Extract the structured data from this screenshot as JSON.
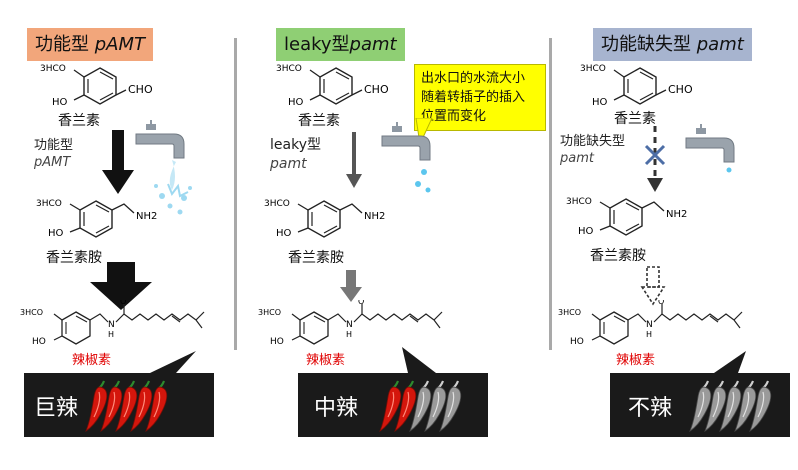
{
  "panels": [
    {
      "title_main": "功能型",
      "title_em": "pAMT",
      "title_color": "#f2a67b",
      "vanillin_label": "香兰素",
      "enzyme_main": "功能型",
      "enzyme_em": "pAMT",
      "vanillylamine_label": "香兰素胺",
      "capsaicin_label": "辣椒素",
      "pungency_label": "巨辣",
      "red_peppers": 5,
      "gray_peppers": 0
    },
    {
      "title_main": "leaky型",
      "title_em": "pamt",
      "title_color": "#8fcf74",
      "vanillin_label": "香兰素",
      "enzyme_main": "leaky型",
      "enzyme_em": "pamt",
      "callout": [
        "出水口的水流大小",
        "随着转插子的插入",
        "位置而变化"
      ],
      "vanillylamine_label": "香兰素胺",
      "capsaicin_label": "辣椒素",
      "pungency_label": "中辣",
      "red_peppers": 2,
      "gray_peppers": 3
    },
    {
      "title_main": "功能缺失型",
      "title_em": "pamt",
      "title_color": "#a7b4cf",
      "vanillin_label": "香兰素",
      "enzyme_main": "功能缺失型",
      "enzyme_em": "pamt",
      "vanillylamine_label": "香兰素胺",
      "capsaicin_label": "辣椒素",
      "pungency_label": "不辣",
      "red_peppers": 0,
      "gray_peppers": 5
    }
  ],
  "chem": {
    "ho": "HO",
    "methoxy": "3HCO",
    "cho": "CHO",
    "nh2": "NH2",
    "h": "H",
    "n": "N",
    "o": "O"
  },
  "colors": {
    "pepper_red": "#d4160c",
    "pepper_gray": "#9a9a9a",
    "box_bg": "#1a1a1a",
    "callout_bg": "#ffff00",
    "capsaicin_text": "#e00000"
  }
}
